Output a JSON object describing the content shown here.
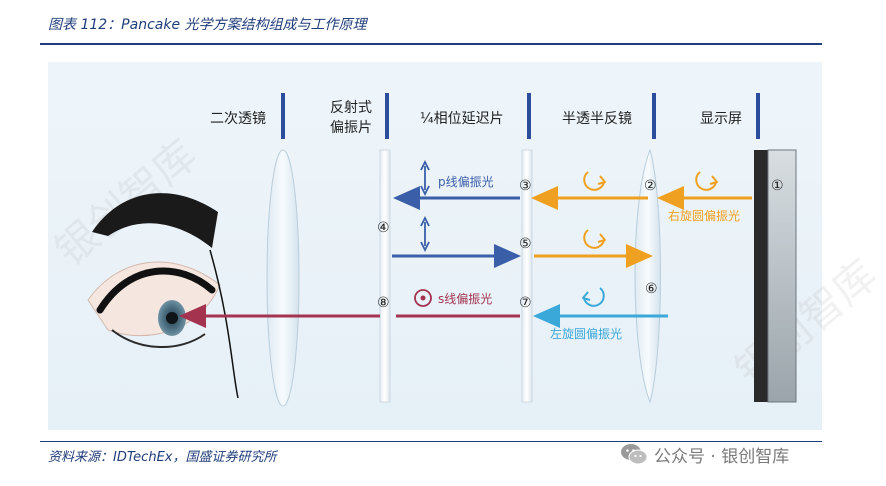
{
  "figure_title": "图表 112：Pancake 光学方案结构组成与工作原理",
  "source": "资料来源：IDTechEx，国盛证券研究所",
  "wechat_label": "公众号 · 银创智库",
  "watermark_text": "银创智库",
  "components": {
    "second_lens": "二次透镜",
    "reflective_polarizer_line1": "反射式",
    "reflective_polarizer_line2": "偏振片",
    "quarter_wave_plate": "¼相位延迟片",
    "half_mirror": "半透半反镜",
    "display": "显示屏"
  },
  "beam_labels": {
    "p_linear": "p线偏振光",
    "s_linear": "s线偏振光",
    "right_circular": "右旋圆偏振光",
    "left_circular": "左旋圆偏振光"
  },
  "markers": {
    "m1": "①",
    "m2": "②",
    "m3": "③",
    "m4": "④",
    "m5": "⑤",
    "m6": "⑥",
    "m7": "⑦",
    "m8": "⑧"
  },
  "colors": {
    "title_blue": "#1f3d7a",
    "orange": "#f0a020",
    "blue": "#3a5ea8",
    "crimson": "#a3334f",
    "cyan": "#3aa8d8",
    "component_bar": "#2b4d9c"
  }
}
